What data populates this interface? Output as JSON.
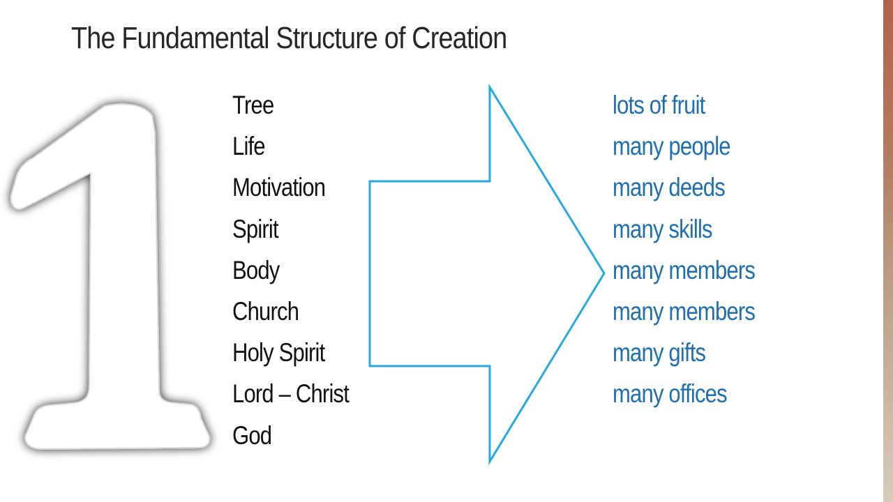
{
  "slide": {
    "title": "The Fundamental Structure of Creation",
    "numeral": "1",
    "left_items": [
      "Tree",
      "Life",
      "Motivation",
      "Spirit",
      "Body",
      "Church",
      "Holy Spirit",
      "Lord – Christ",
      "God"
    ],
    "right_items": [
      "lots of fruit",
      "many people",
      "many deeds",
      "many skills",
      "many members",
      "many members",
      "many gifts",
      "many offices"
    ]
  },
  "colors": {
    "arrow_outline": "#25a9e0",
    "right_text": "#1f6fae",
    "left_text": "#111111",
    "title_text": "#262626",
    "edge_strip": "#b0644a"
  },
  "icons": {
    "numeral_graphic": "big-numeral-one-icon",
    "arrow_graphic": "outline-right-arrow-icon"
  }
}
